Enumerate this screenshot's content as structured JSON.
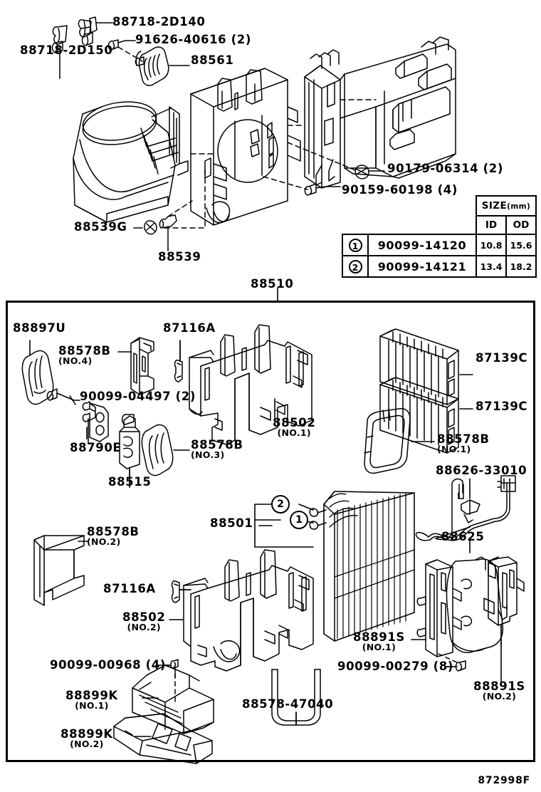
{
  "diagram": {
    "title": "88510",
    "footer_code": "872998F"
  },
  "size_table": {
    "header_size": "SIZE",
    "header_unit": "(mm)",
    "col_id": "ID",
    "col_od": "OD",
    "rows": [
      {
        "ref": "1",
        "part_no": "90099-14120",
        "id": "10.8",
        "od": "15.6"
      },
      {
        "ref": "2",
        "part_no": "90099-14121",
        "id": "13.4",
        "od": "18.2"
      }
    ]
  },
  "upper_labels": [
    {
      "id": "u1",
      "text": "88718-2D140"
    },
    {
      "id": "u2",
      "text": "91626-40616 (2)"
    },
    {
      "id": "u3",
      "text": "88561"
    },
    {
      "id": "u4",
      "text": "88718-2D150"
    },
    {
      "id": "u5",
      "text": "90179-06314 (2)"
    },
    {
      "id": "u6",
      "text": "90159-60198 (4)"
    },
    {
      "id": "u7",
      "text": "88539G"
    },
    {
      "id": "u8",
      "text": "88539"
    }
  ],
  "lower_labels": [
    {
      "id": "l1",
      "text": "88897U",
      "sub": ""
    },
    {
      "id": "l2",
      "text": "88578B",
      "sub": "(NO.4)"
    },
    {
      "id": "l3",
      "text": "87116A",
      "sub": ""
    },
    {
      "id": "l4",
      "text": "90099-04497 (2)",
      "sub": ""
    },
    {
      "id": "l5",
      "text": "88502",
      "sub": "(NO.1)"
    },
    {
      "id": "l6",
      "text": "87139C",
      "sub": ""
    },
    {
      "id": "l7",
      "text": "87139C",
      "sub": ""
    },
    {
      "id": "l8",
      "text": "88578B",
      "sub": "(NO.1)"
    },
    {
      "id": "l9",
      "text": "88790E",
      "sub": ""
    },
    {
      "id": "l10",
      "text": "88578B",
      "sub": "(NO.3)"
    },
    {
      "id": "l11",
      "text": "88515",
      "sub": ""
    },
    {
      "id": "l12",
      "text": "88626-33010",
      "sub": ""
    },
    {
      "id": "l13",
      "text": "88501",
      "sub": ""
    },
    {
      "id": "l14",
      "text": "88625",
      "sub": ""
    },
    {
      "id": "l15",
      "text": "88578B",
      "sub": "(NO.2)"
    },
    {
      "id": "l16",
      "text": "87116A",
      "sub": ""
    },
    {
      "id": "l17",
      "text": "88502",
      "sub": "(NO.2)"
    },
    {
      "id": "l18",
      "text": "90099-00968 (4)",
      "sub": ""
    },
    {
      "id": "l19",
      "text": "88891S",
      "sub": "(NO.1)"
    },
    {
      "id": "l20",
      "text": "90099-00279 (8)",
      "sub": ""
    },
    {
      "id": "l21",
      "text": "88891S",
      "sub": "(NO.2)"
    },
    {
      "id": "l22",
      "text": "88899K",
      "sub": "(NO.1)"
    },
    {
      "id": "l23",
      "text": "88899K",
      "sub": "(NO.2)"
    },
    {
      "id": "l24",
      "text": "88578-47040",
      "sub": ""
    }
  ],
  "callouts": [
    {
      "id": "c1",
      "text": "2"
    },
    {
      "id": "c2",
      "text": "1"
    }
  ]
}
